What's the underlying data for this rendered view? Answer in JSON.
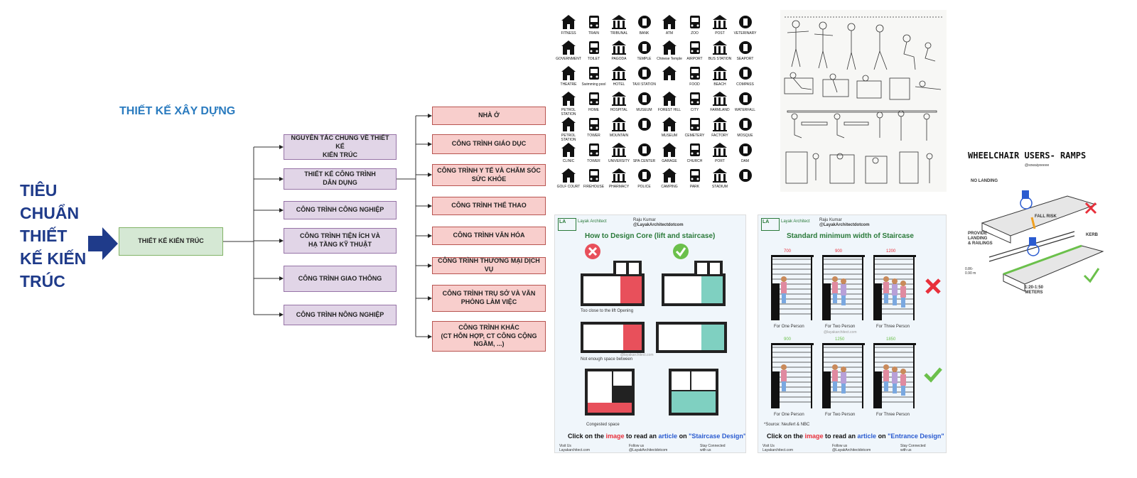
{
  "title_block": {
    "text": "TIÊU\nCHUẨN\nTHIẾT\nKẾ KIẾN\nTRÚC"
  },
  "subtitle": "THIẾT KẾ XÂY DỰNG",
  "root": "THIẾT KẾ KIẾN TRÚC",
  "level1": [
    "NGUYÊN TẮC CHUNG VỀ THIẾT KẾ\nKIẾN TRÚC",
    "THIẾT KẾ CÔNG TRÌNH\nDÂN DỤNG",
    "CÔNG TRÌNH CÔNG NGHIỆP",
    "CÔNG TRÌNH TIỆN ÍCH VÀ\nHẠ TẦNG KỸ THUẬT",
    "CÔNG TRÌNH GIAO THÔNG",
    "CÔNG TRÌNH NÔNG NGHIỆP"
  ],
  "level2": [
    "NHÀ Ở",
    "CÔNG TRÌNH GIÁO DỤC",
    "CÔNG TRÌNH Y TẾ VÀ CHĂM SÓC\nSỨC KHỎE",
    "CÔNG TRÌNH THỂ THAO",
    "CÔNG TRÌNH VĂN HÓA",
    "CÔNG TRÌNH THƯƠNG MẠI DỊCH VỤ",
    "CÔNG TRÌNH TRỤ SỞ VÀ VĂN\nPHÒNG LÀM VIỆC",
    "CÔNG TRÌNH KHÁC\n(CT HỖN HỢP, CT CÔNG CỘNG\nNGẦM, ...)"
  ],
  "icons": {
    "labels": [
      "FITNESS",
      "TRAIN",
      "TRIBUNAL",
      "BANK",
      "ATM",
      "ZOO",
      "POST",
      "VETERINARY",
      "GOVERNMENT",
      "TOILET",
      "PAGODA",
      "TEMPLE",
      "Chinese Temple",
      "AIRPORT",
      "BUS STATION",
      "SEAPORT",
      "THEATRE",
      "Swimming pool",
      "HOTEL",
      "TAXI STATION",
      "",
      "FOOD",
      "BEACH",
      "COMPASS",
      "PETROL STATION",
      "HOME",
      "HOSPITAL",
      "MUSEUM",
      "FOREST HILL",
      "CITY",
      "FARMLAND",
      "WATERFALL",
      "PETROL STATION",
      "TOWER",
      "MOUNTAIN",
      "",
      "MUSEUM",
      "CEMETERY",
      "FACTORY",
      "MOSQUE",
      "CLINIC",
      "TOWER",
      "UNIVERSITY",
      "SPA CENTER",
      "GARAGE",
      "CHURCH",
      "PORT",
      "DAM",
      "GOLF COURT",
      "FIREHOUSE",
      "PHARMACY",
      "POLICE",
      "CAMPING",
      "PARK",
      "STADIUM",
      ""
    ]
  },
  "core_panel": {
    "brand": "Layak Architect",
    "author": "Raju Kumar",
    "handle": "@LayakArchitectdotcom",
    "title": "How to Design Core (lift and staircase)",
    "captions": [
      "Too close to the lift Opening",
      "Not enough space between",
      "Congested space"
    ],
    "watermark": "@layakarchitect.com",
    "cta_pre": "Click on the ",
    "cta_image": "image",
    "cta_mid": " to read an ",
    "cta_article": "article",
    "cta_on": " on ",
    "cta_target": "\"Staircase Design\"",
    "footer": [
      "Visit Us\nLayakarchitect.com",
      "Follow us\n@LayakArchitectdotcom",
      "Stay Connected\nwith us"
    ]
  },
  "stair_panel": {
    "brand": "Layak Architect",
    "author": "Raju Kumar",
    "handle": "@LayakArchitectdotcom",
    "title": "Standard minimum width of Staircase",
    "row1_widths": [
      "700",
      "900",
      "1200"
    ],
    "row2_widths": [
      "900",
      "1250",
      "1850"
    ],
    "captions": [
      "For One Person",
      "For Two Person",
      "For Three Person"
    ],
    "watermark": "@layakarchitect.com",
    "source": "*Source: Neufert & NBC",
    "cta_pre": "Click on the ",
    "cta_image": "image",
    "cta_mid": " to read an ",
    "cta_article": "article",
    "cta_on": " on ",
    "cta_target": "\"Entrance Design\"",
    "footer": [
      "Visit Us\nLayakarchitect.com",
      "Follow us\n@LayakArchitectdotcom",
      "Stay Connected\nwith us"
    ]
  },
  "ramp_panel": {
    "title": "WHEELCHAIR USERS- RAMPS",
    "handle": "@sowaiyeeeee",
    "notes": [
      "NO LANDING",
      "FALL RISK",
      "PROVIDE\nLANDING\n& RAILINGS",
      "KERB",
      "0.86-\n0.90 m",
      "1:20-1:50\nMETERS"
    ]
  },
  "colors": {
    "navy": "#1f3b8a",
    "blue": "#2a7bbf",
    "green_fill": "#d5e8d4",
    "purple_fill": "#e1d5e7",
    "red_fill": "#f8cecc",
    "teal": "#7fd0c1",
    "coral": "#e8505b",
    "check": "#6bc04b"
  }
}
